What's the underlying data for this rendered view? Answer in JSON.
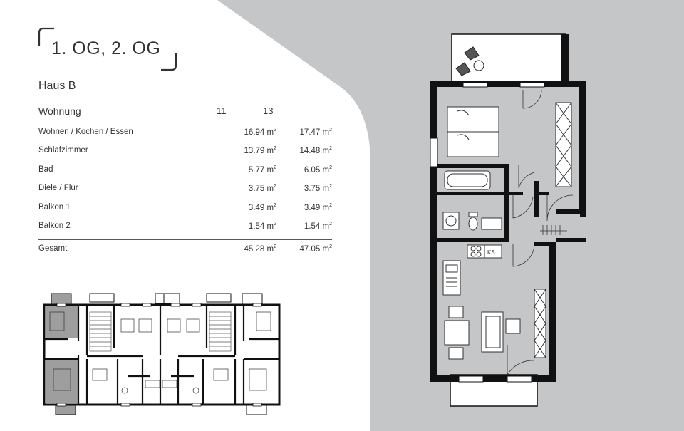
{
  "header": {
    "title": "1. OG, 2. OG",
    "house": "Haus B"
  },
  "table": {
    "header": {
      "label": "Wohnung",
      "unit_a": "11",
      "unit_b": "13"
    },
    "rows": [
      {
        "label": "Wohnen / Kochen / Essen",
        "a": "16.94 m",
        "b": "17.47 m"
      },
      {
        "label": "Schlafzimmer",
        "a": "13.79 m",
        "b": "14.48 m"
      },
      {
        "label": "Bad",
        "a": "5.77 m",
        "b": "6.05 m"
      },
      {
        "label": "Diele / Flur",
        "a": "3.75 m",
        "b": "3.75 m"
      },
      {
        "label": "Balkon 1",
        "a": "3.49 m",
        "b": "3.49 m"
      },
      {
        "label": "Balkon 2",
        "a": "1.54 m",
        "b": "1.54 m"
      }
    ],
    "total": {
      "label": "Gesamt",
      "a": "45.28 m",
      "b": "47.05 m"
    },
    "unit_exponent": "2"
  },
  "plan": {
    "kitchen_label": "KS"
  },
  "colors": {
    "panel": "#ffffff",
    "background": "#c4c6c8",
    "wall": "#111111",
    "highlight": "#9e9e9e"
  }
}
